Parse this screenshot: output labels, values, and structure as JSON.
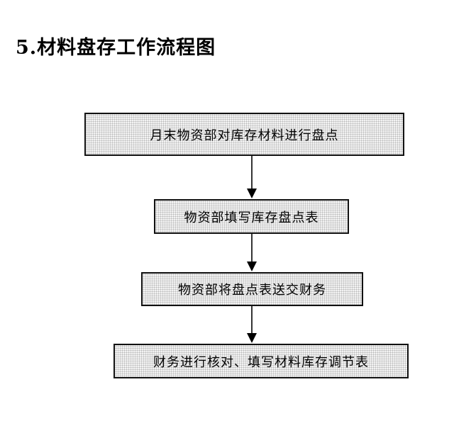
{
  "title": "5.材料盘存工作流程图",
  "steps": [
    {
      "label": "月末物资部对库存材料进行盘点"
    },
    {
      "label": "物资部填写库存盘点表"
    },
    {
      "label": "物资部将盘点表送交财务"
    },
    {
      "label": "财务进行核对、填写材料库存调节表"
    }
  ],
  "colors": {
    "box_fill": "#f3f3f3",
    "box_border": "#111111",
    "text": "#000000"
  }
}
